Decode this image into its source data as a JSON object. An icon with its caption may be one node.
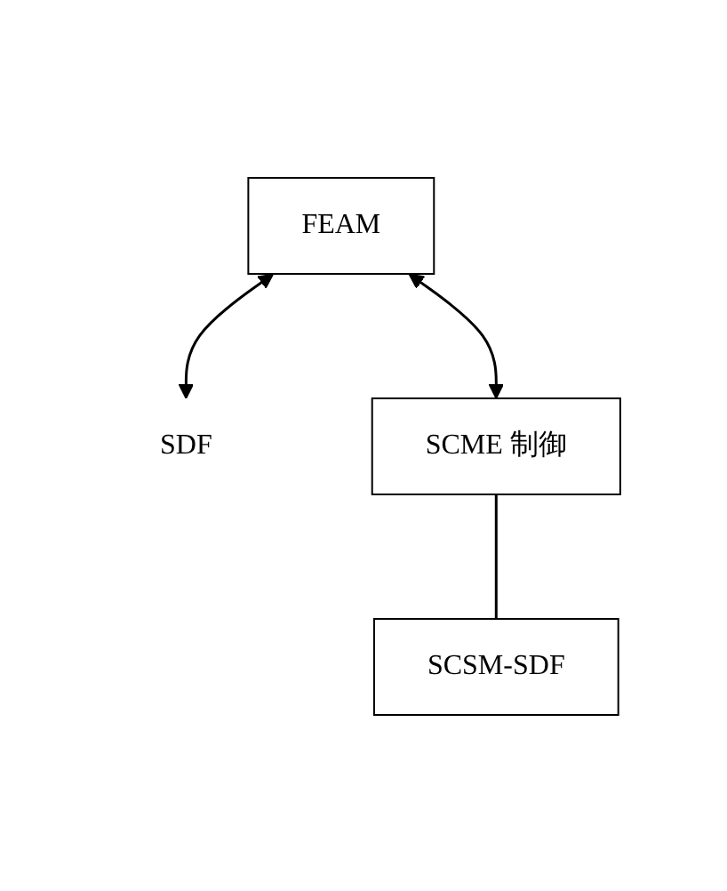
{
  "diagram": {
    "nodes": [
      {
        "text": [
          "FEAM"
        ]
      },
      {
        "text": [
          "SDF"
        ]
      },
      {
        "text": [
          "SCME 制御"
        ]
      },
      {
        "text": [
          "SCSM-SDF"
        ]
      }
    ],
    "edges": [
      {
        "from": 0,
        "to": 1,
        "arrow": "both"
      },
      {
        "from": 0,
        "to": 2,
        "arrow": "both"
      },
      {
        "from": 2,
        "to": 3,
        "arrow": "none"
      }
    ]
  }
}
